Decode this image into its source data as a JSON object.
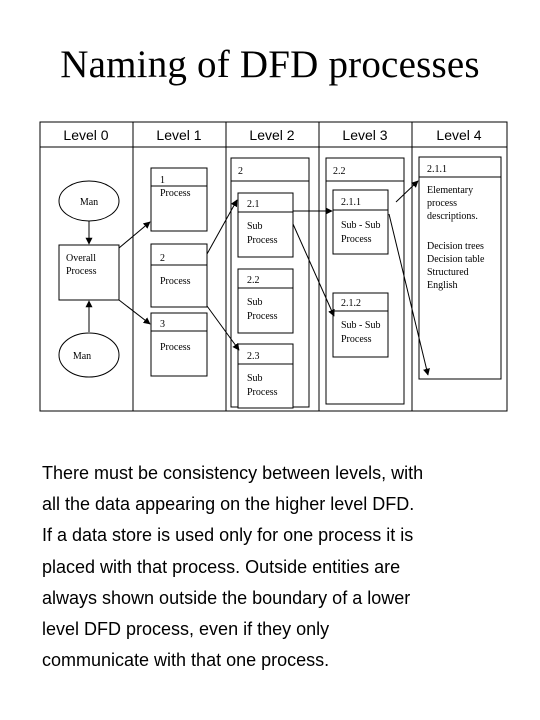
{
  "title": "Naming of DFD processes",
  "levels": [
    "Level 0",
    "Level 1",
    "Level 2",
    "Level 3",
    "Level 4"
  ],
  "level0": {
    "entity_top": "Man",
    "entity_bottom": "Man",
    "process": [
      "Overall",
      "Process"
    ]
  },
  "level1": {
    "p1": {
      "id": "1",
      "label": "Process"
    },
    "p2": {
      "id": "2",
      "label": "Process"
    },
    "p3": {
      "id": "3",
      "label": "Process"
    }
  },
  "level2": {
    "container_id": "2",
    "p21": {
      "id": "2.1",
      "lines": [
        "Sub",
        "Process"
      ]
    },
    "p22": {
      "id": "2.2",
      "lines": [
        "Sub",
        "Process"
      ]
    },
    "p23": {
      "id": "2.3",
      "lines": [
        "Sub",
        "Process"
      ]
    }
  },
  "level3": {
    "container_id": "2.2",
    "p211": {
      "id": "2.1.1",
      "lines": [
        "Sub - Sub",
        "Process"
      ]
    },
    "p212": {
      "id": "2.1.2",
      "lines": [
        "Sub - Sub",
        "Process"
      ]
    }
  },
  "level4": {
    "id": "2.1.1",
    "lines": [
      "Elementary",
      "process",
      "descriptions.",
      "",
      "Decision trees",
      "Decision table",
      "Structured",
      "English"
    ]
  },
  "body": "There must be consistency between levels, with\nall the data appearing on the higher level DFD.\nIf a data store is used only for one process it is\nplaced with that process.  Outside entities are\nalways shown outside the boundary of a lower\nlevel DFD process, even if they only\ncommunicate with that one process."
}
